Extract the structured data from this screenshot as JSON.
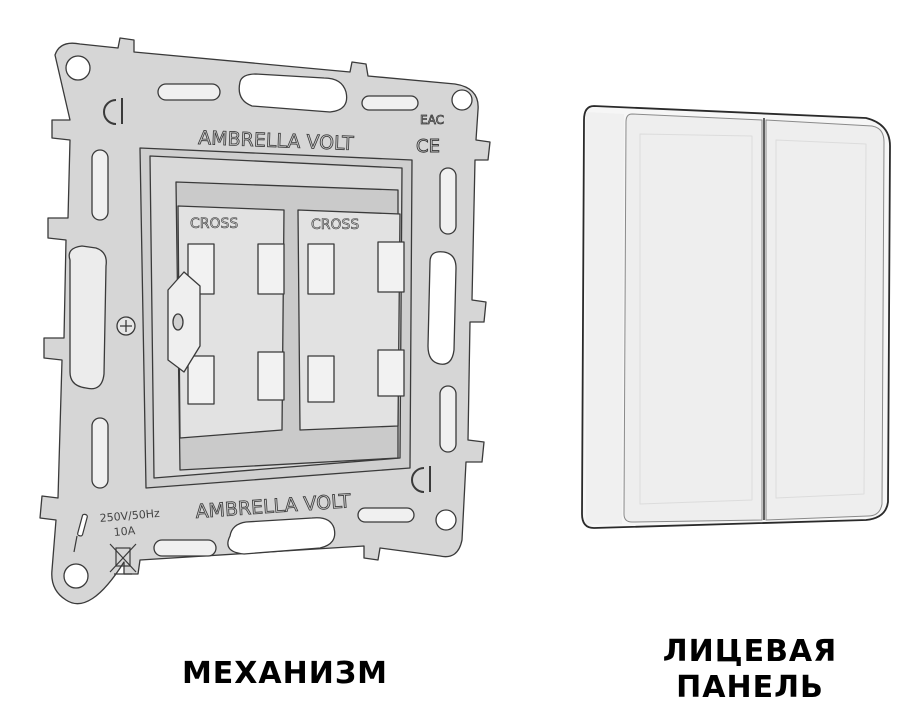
{
  "mechanism": {
    "brand_top": "AMBRELLA VOLT",
    "brand_bottom": "AMBRELLA VOLT",
    "module_left_label": "CROSS",
    "module_right_label": "CROSS",
    "rating_voltage": "250V/50Hz",
    "rating_current": "10A",
    "cert_eac": "EAC",
    "cert_ce": "CE",
    "caption": "МЕХАНИЗМ"
  },
  "panel": {
    "caption_line1": "ЛИЦЕВАЯ",
    "caption_line2": "ПАНЕЛЬ",
    "keys": 2
  },
  "colors": {
    "background": "#ffffff",
    "metal_plate": "#d6d6d6",
    "metal_shadow": "#b9b9b9",
    "outline": "#3a3a3a",
    "panel_white": "#f4f4f4",
    "panel_key": "#ececec",
    "caption_text": "#000000"
  }
}
